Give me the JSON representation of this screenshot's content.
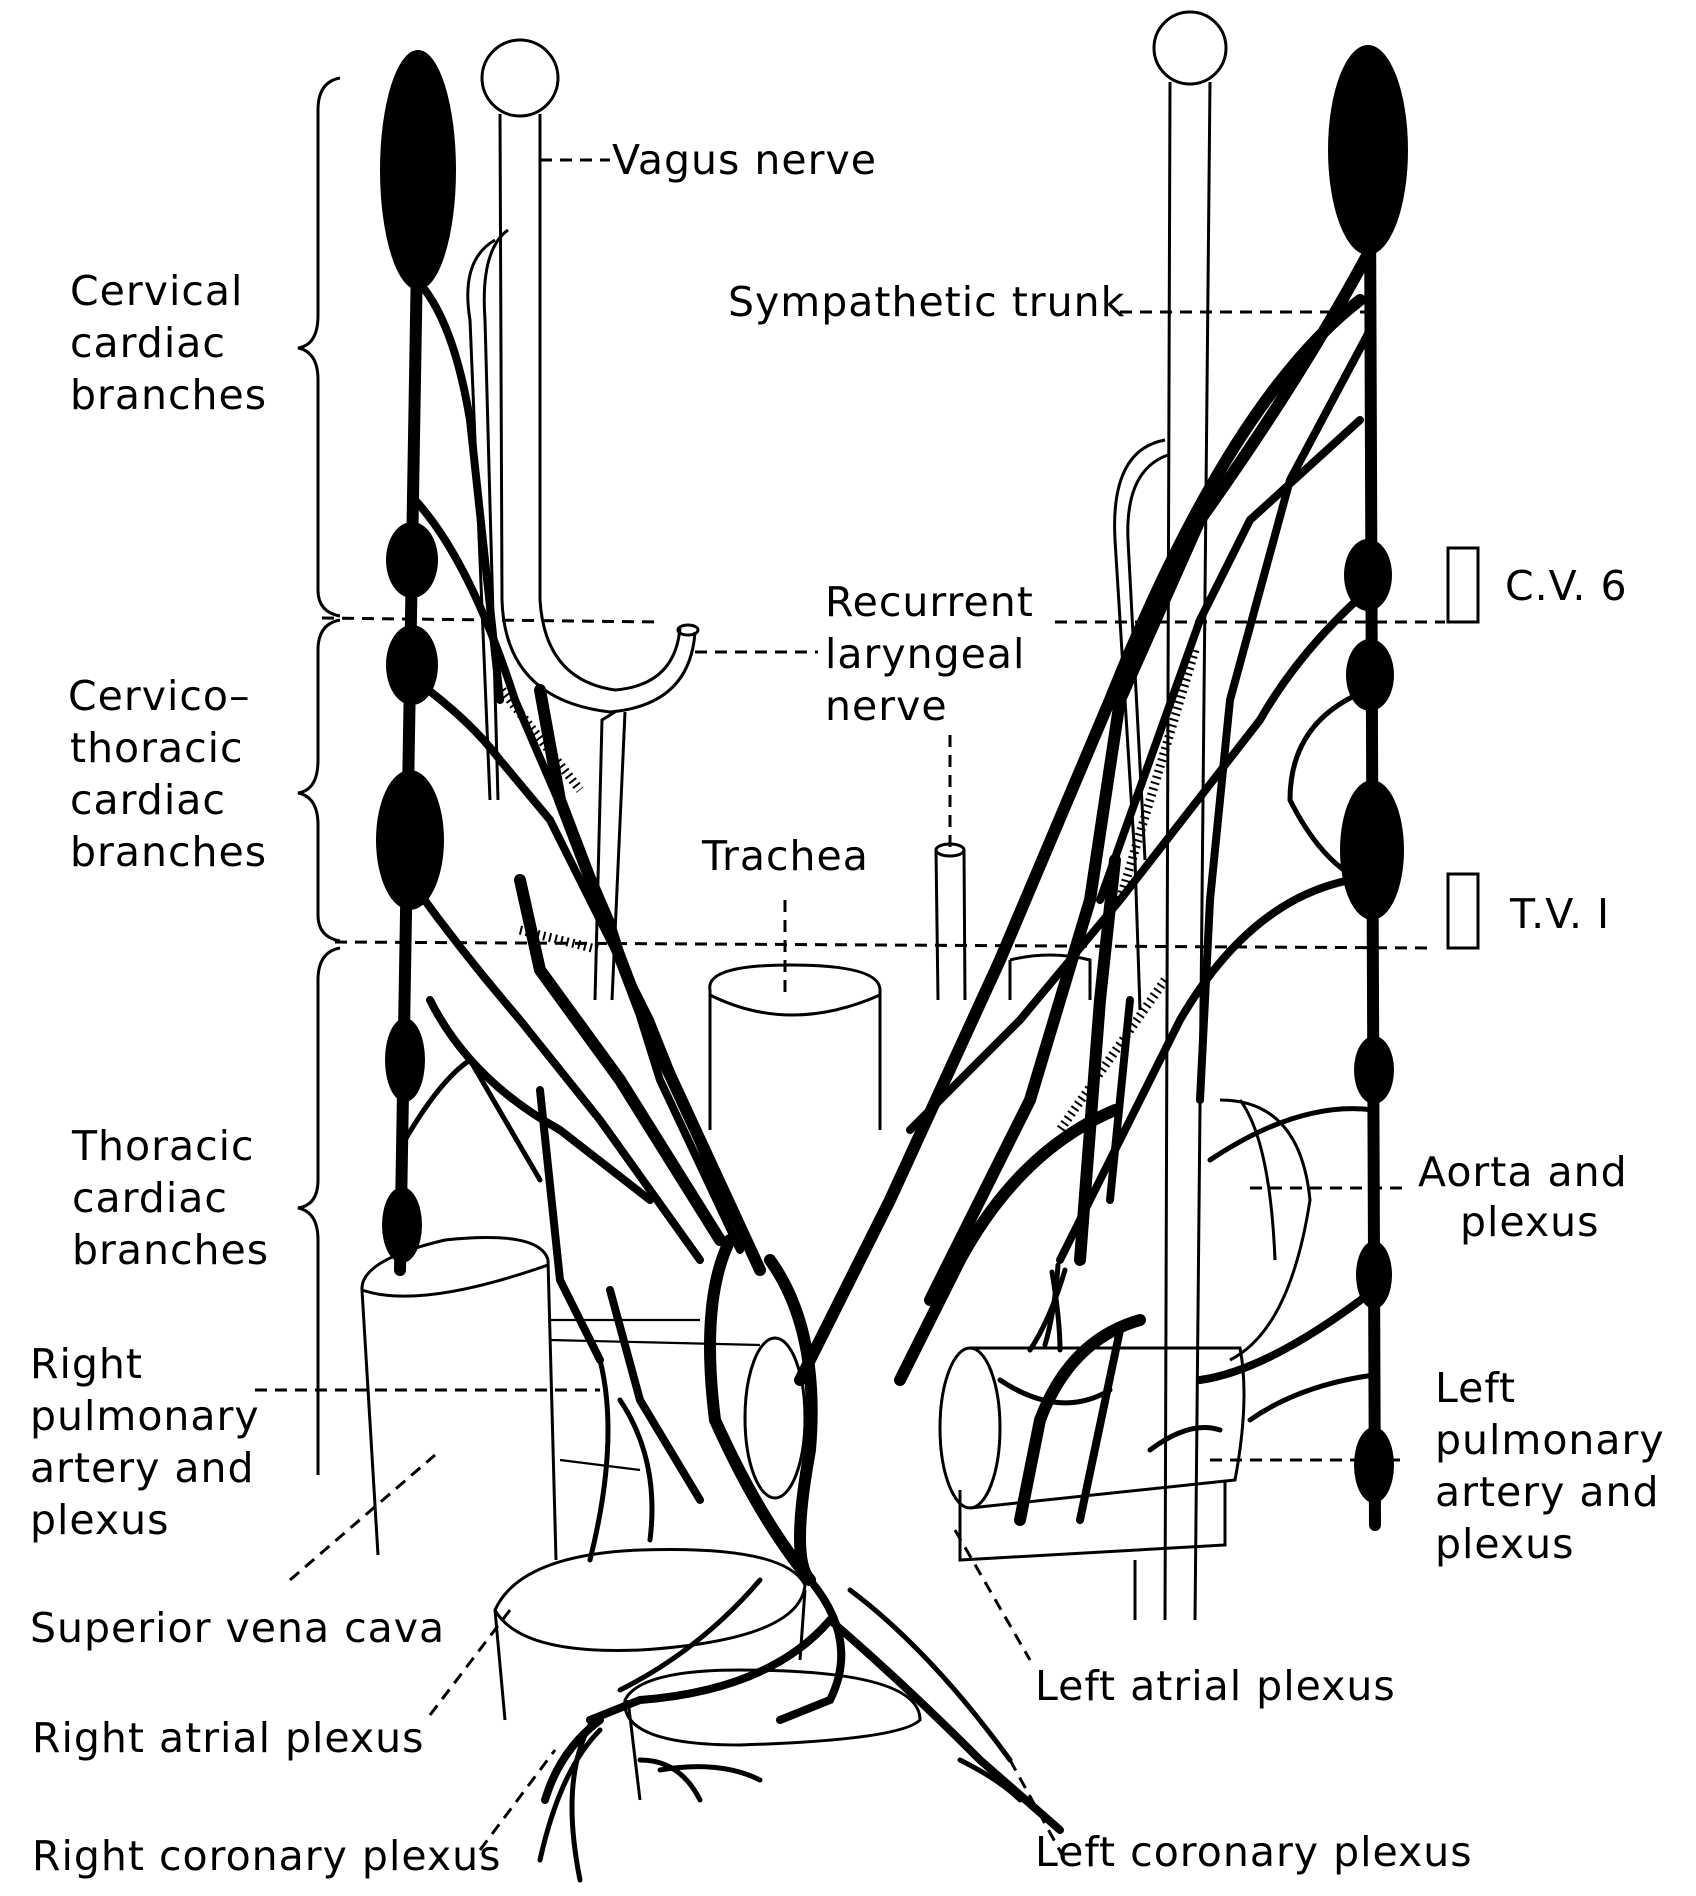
{
  "labels": {
    "vagus_nerve": "Vagus nerve",
    "sympathetic_trunk": "Sympathetic trunk",
    "cervical": [
      "Cervical",
      "cardiac",
      "branches"
    ],
    "cervicothoracic": [
      "Cervico–",
      "thoracic",
      "cardiac",
      "branches"
    ],
    "thoracic": [
      "Thoracic",
      "cardiac",
      "branches"
    ],
    "recurrent": [
      "Recurrent",
      "laryngeal",
      "nerve"
    ],
    "trachea": "Trachea",
    "cv6": "C.V. 6",
    "tv1": "T.V. I",
    "aorta": [
      "Aorta and",
      "plexus"
    ],
    "right_pulmonary": [
      "Right",
      "pulmonary",
      "artery and",
      "plexus"
    ],
    "left_pulmonary": [
      "Left",
      "pulmonary",
      "artery and",
      "plexus"
    ],
    "superior_vena_cava": "Superior vena cava",
    "right_atrial": "Right atrial plexus",
    "left_atrial": "Left atrial plexus",
    "right_coronary": "Right coronary plexus",
    "left_coronary": "Left coronary plexus"
  }
}
